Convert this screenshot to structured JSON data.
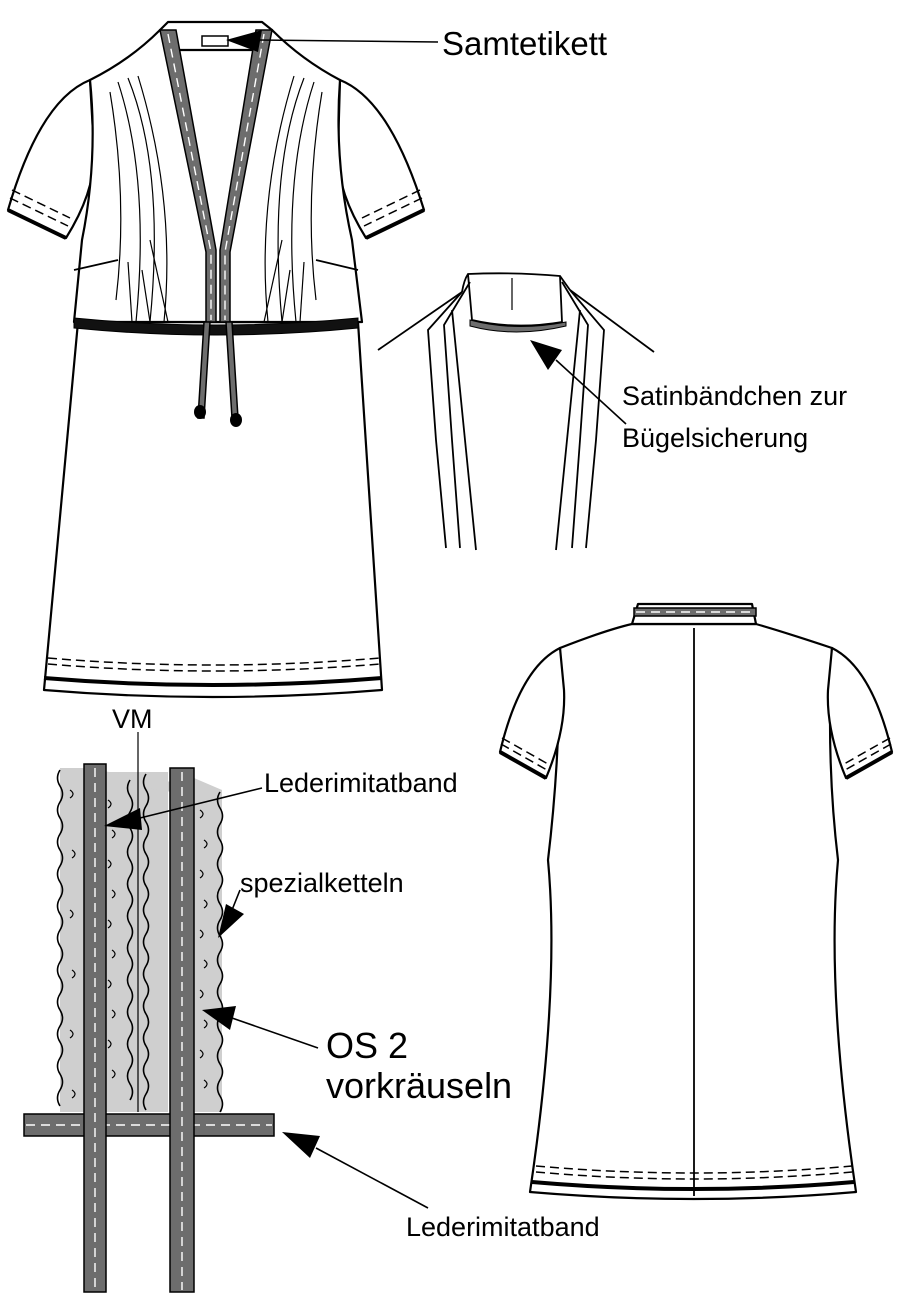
{
  "labels": {
    "samtetikett": "Samtetikett",
    "satin_line1": "Satinbändchen zur",
    "satin_line2": "Bügelsicherung",
    "vm": "VM",
    "lederimitatband_top": "Lederimitatband",
    "spezialketteln": "spezialketteln",
    "os2_line1": "OS 2",
    "os2_line2": "vorkräuseln",
    "lederimitatband_bottom": "Lederimitatband"
  },
  "colors": {
    "band": "#6d6d6d",
    "shade": "#cfcfcf",
    "line": "#000000"
  }
}
